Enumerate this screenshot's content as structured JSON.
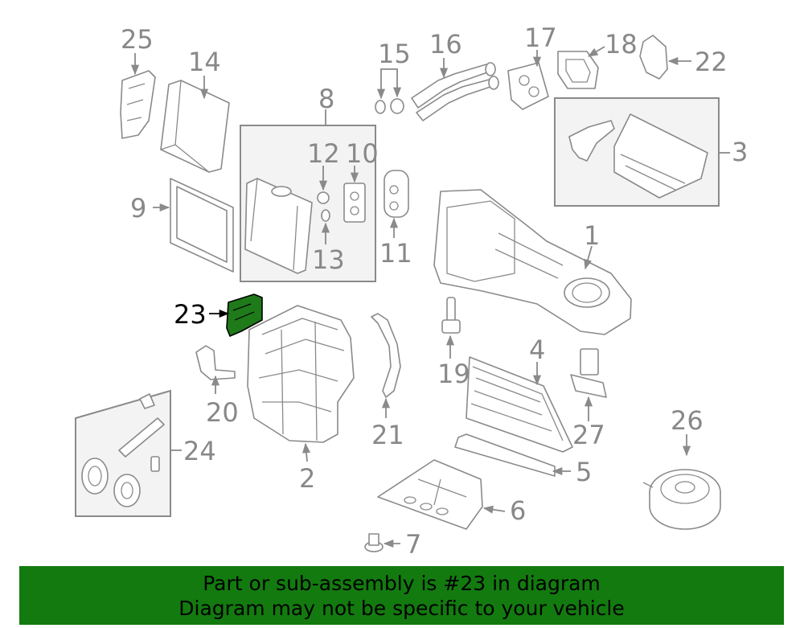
{
  "diagram": {
    "highlighted_part": "23",
    "callouts": [
      "1",
      "2",
      "3",
      "4",
      "5",
      "6",
      "7",
      "8",
      "9",
      "10",
      "11",
      "12",
      "13",
      "14",
      "15",
      "16",
      "17",
      "18",
      "19",
      "20",
      "21",
      "22",
      "23",
      "24",
      "25",
      "26",
      "27"
    ]
  },
  "banner": {
    "line1": "Part or sub-assembly is #23 in diagram",
    "line2": "Diagram may not be specific to your vehicle",
    "background": "#137a0f"
  },
  "colors": {
    "lines": "#8a8a8a",
    "highlight": "#1f7a1a"
  }
}
